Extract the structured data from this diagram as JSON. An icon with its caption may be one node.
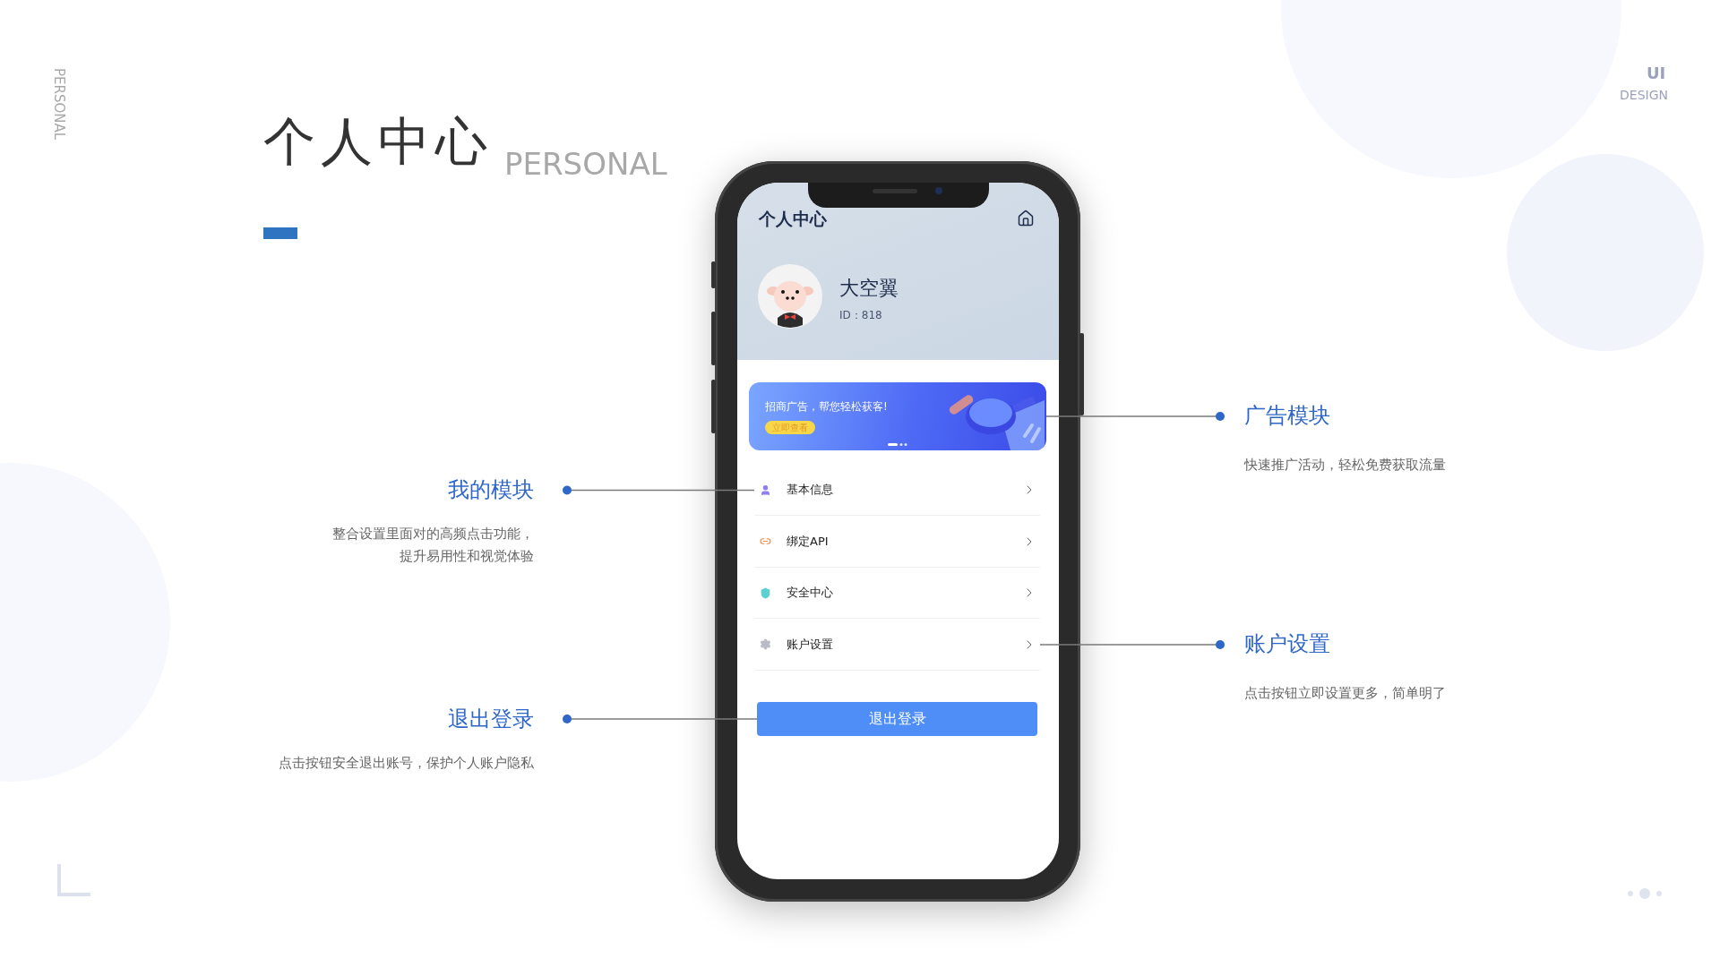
{
  "diagram": {
    "title": "个人中心",
    "nodes": [
      {
        "text": [
          "我的模块",
          "整合设置里面对的高频点击功能，提升易用性和视觉体验"
        ]
      },
      {
        "text": [
          "退出登录",
          "点击按钮安全退出账号，保护个人账户隐私"
        ]
      },
      {
        "text": [
          "广告模块",
          "快速推广活动，轻松免费获取流量"
        ]
      },
      {
        "text": [
          "账户设置",
          "点击按钮立即设置更多，简单明了"
        ]
      },
      {
        "text": [
          "招商广告，帮您轻松获客!",
          "立即查看"
        ]
      },
      {
        "text": [
          "基本信息"
        ]
      },
      {
        "text": [
          "绑定API"
        ]
      },
      {
        "text": [
          "安全中心"
        ]
      },
      {
        "text": [
          "账户设置"
        ]
      },
      {
        "text": [
          "退出登录"
        ]
      }
    ],
    "edges": [
      {
        "from": 0,
        "to": 5,
        "arrow": "other"
      },
      {
        "from": 1,
        "to": 9,
        "arrow": "other"
      },
      {
        "from": 2,
        "to": 4,
        "arrow": "other"
      },
      {
        "from": 3,
        "to": 8,
        "arrow": "other"
      }
    ],
    "labels": [
      "PERSONAL",
      "PERSONAL",
      "UI",
      "DESIGN",
      "个人中心",
      "大空翼",
      "ID：818"
    ]
  }
}
